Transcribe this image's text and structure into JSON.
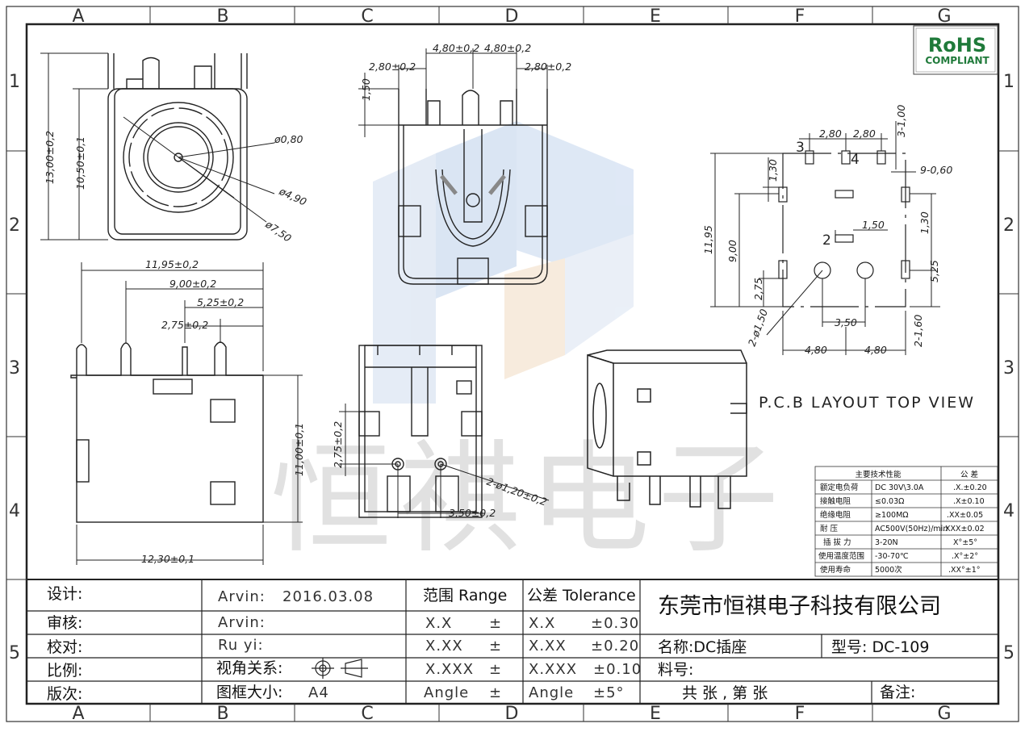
{
  "frame": {
    "col_labels": [
      "A",
      "B",
      "C",
      "D",
      "E",
      "F",
      "G"
    ],
    "row_labels": [
      "1",
      "2",
      "3",
      "4",
      "5"
    ]
  },
  "badge": {
    "line1": "RoHS",
    "line2": "COMPLIANT",
    "color": "#1f7a3a"
  },
  "front_view": {
    "dims": [
      "13,00±0,2",
      "10,50±0,1",
      "ø0,80",
      "ø4,90",
      "ø7,50"
    ]
  },
  "top_view": {
    "dims": [
      "4,80±0,2",
      "4,80±0,2",
      "2,80±0,2",
      "2,80±0,2",
      "1,50"
    ]
  },
  "side_view": {
    "dims": [
      "11,95±0,2",
      "9,00±0,2",
      "5,25±0,2",
      "2,75±0,2",
      "11,00±0,1",
      "12,30±0,1"
    ]
  },
  "bottom_view": {
    "dims": [
      "2,75±0,2",
      "2-ø1,20±0,2",
      "3,50±0,2"
    ]
  },
  "pcb_layout": {
    "title": "P.C.B LAYOUT TOP VIEW",
    "dims": [
      "2,80",
      "2,80",
      "3-1,00",
      "1,30",
      "9-0,60",
      "11,95",
      "9,00",
      "1,50",
      "1,30",
      "5,25",
      "2,75",
      "2-ø1,50",
      "3,50",
      "4,80",
      "4,80",
      "2-1,60"
    ],
    "pin_labels": [
      "3",
      "4",
      "2"
    ]
  },
  "spec_table": {
    "headers": [
      "主要技术性能",
      "公 差"
    ],
    "rows": [
      {
        "name": "额定电负荷",
        "value": "DC 30V\\3.0A",
        "tol": ".X.±0.20"
      },
      {
        "name": "接触电阻",
        "value": "≤0.03Ω",
        "tol": ".X±0.10"
      },
      {
        "name": "绝缘电阻",
        "value": "≥100MΩ",
        "tol": ".XX±0.05"
      },
      {
        "name": "耐  压",
        "value": "AC500V(50Hz)/min",
        "tol": ".XXX±0.02"
      },
      {
        "name": "插 拔 力",
        "value": "3-20N",
        "tol": "X°±5°"
      },
      {
        "name": "使用温度范围",
        "value": "-30-70℃",
        "tol": ".X°±2°"
      },
      {
        "name": "使用寿命",
        "value": "5000次",
        "tol": ".XX°±1°"
      }
    ]
  },
  "title_block": {
    "labels": [
      "设计:",
      "审核:",
      "校对:",
      "比例:",
      "版次:"
    ],
    "designer": "Arvin:",
    "date": "2016.03.08",
    "checker": "Arvin:",
    "proof": "Ru  yi:",
    "view_label": "视角关系:",
    "frame_label": "图框大小:",
    "frame_size": "A4",
    "range_header": "范围 Range",
    "range_rows": [
      "X.X",
      "X.XX",
      "X.XXX",
      "Angle"
    ],
    "pm": "±",
    "tol_header": "公差 Tolerance",
    "tol_rows": [
      {
        "k": "X.X",
        "v": "±0.30"
      },
      {
        "k": "X.XX",
        "v": "±0.20"
      },
      {
        "k": "X.XXX",
        "v": "±0.10"
      },
      {
        "k": "Angle",
        "v": "±5°"
      }
    ],
    "company": "东莞市恒祺电子科技有限公司",
    "name_label": "名称:DC插座",
    "model_label": "型号: DC-109",
    "material_label": "料号:",
    "sheets": "共   张 , 第   张",
    "remark": "备注:"
  },
  "watermark": {
    "text": "恒祺电子"
  }
}
